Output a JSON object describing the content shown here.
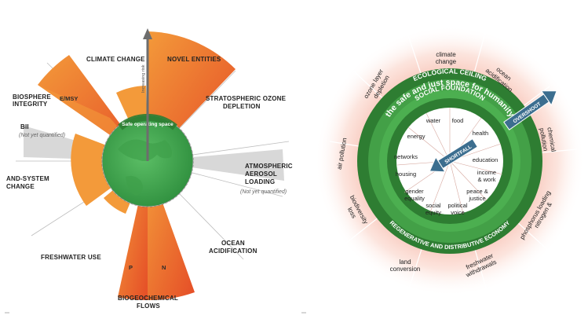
{
  "planetary": {
    "axis_label": "Increasing risk",
    "safe_space_label": "Safe operating space",
    "climate_change": "CLIMATE CHANGE",
    "novel_entities": "NOVEL ENTITIES",
    "stratospheric_1": "STRATOSPHERIC OZONE",
    "stratospheric_2": "DEPLETION",
    "biosphere_1": "BIOSPHERE",
    "biosphere_2": "INTEGRITY",
    "emsy": "E/MSY",
    "bii": "BII",
    "bii_note": "(Not yet quantified)",
    "land_1": "AND-SYSTEM",
    "land_2": "CHANGE",
    "aerosol_1": "ATMOSPHERIC",
    "aerosol_2": "AEROSOL",
    "aerosol_3": "LOADING",
    "aerosol_note": "(Not yet quantified)",
    "freshwater": "FRESHWATER USE",
    "ocean_1": "OCEAN",
    "ocean_2": "ACIDIFICATION",
    "bgc_1": "BIOGEOCHEMICAL",
    "bgc_2": "FLOWS",
    "p": "P",
    "n": "N"
  },
  "doughnut": {
    "ecological_ceiling": "ECOLOGICAL CEILING",
    "safe_just": "the safe and just space for humanity",
    "social_foundation": "SOCIAL FOUNDATION",
    "regenerative": "REGENERATIVE AND DISTRIBUTIVE ECONOMY",
    "overshoot": "OVERSHOOT",
    "shortfall": "SHORTFALL",
    "outer": {
      "climate_1": "climate",
      "climate_2": "change",
      "ocean_1": "ocean",
      "ocean_2": "acidification",
      "chemical_1": "chemical",
      "chemical_2": "pollution",
      "nitrogen_1": "nitrogen &",
      "nitrogen_2": "phosphorus loading",
      "freshwater_1": "freshwater",
      "freshwater_2": "withdrawals",
      "land_1": "land",
      "land_2": "conversion",
      "biodiversity_1": "biodiversity",
      "biodiversity_2": "loss",
      "air": "air pollution",
      "ozone_1": "ozone layer",
      "ozone_2": "depletion"
    },
    "inner": {
      "water": "water",
      "food": "food",
      "health": "health",
      "education": "education",
      "income_1": "income",
      "income_2": "& work",
      "peace_1": "peace &",
      "peace_2": "justice",
      "political_1": "political",
      "political_2": "voice",
      "social_1": "social",
      "social_2": "equity",
      "gender_1": "gender",
      "gender_2": "equality",
      "housing": "housing",
      "networks": "networks",
      "energy": "energy"
    }
  },
  "colors": {
    "orange": "#f07a2a",
    "orange_red": "#e8502a",
    "green_dark": "#2e7d32",
    "green_mid": "#4caf50",
    "grey": "#d4d4d4",
    "pink_glow": "#f7c4b8"
  }
}
